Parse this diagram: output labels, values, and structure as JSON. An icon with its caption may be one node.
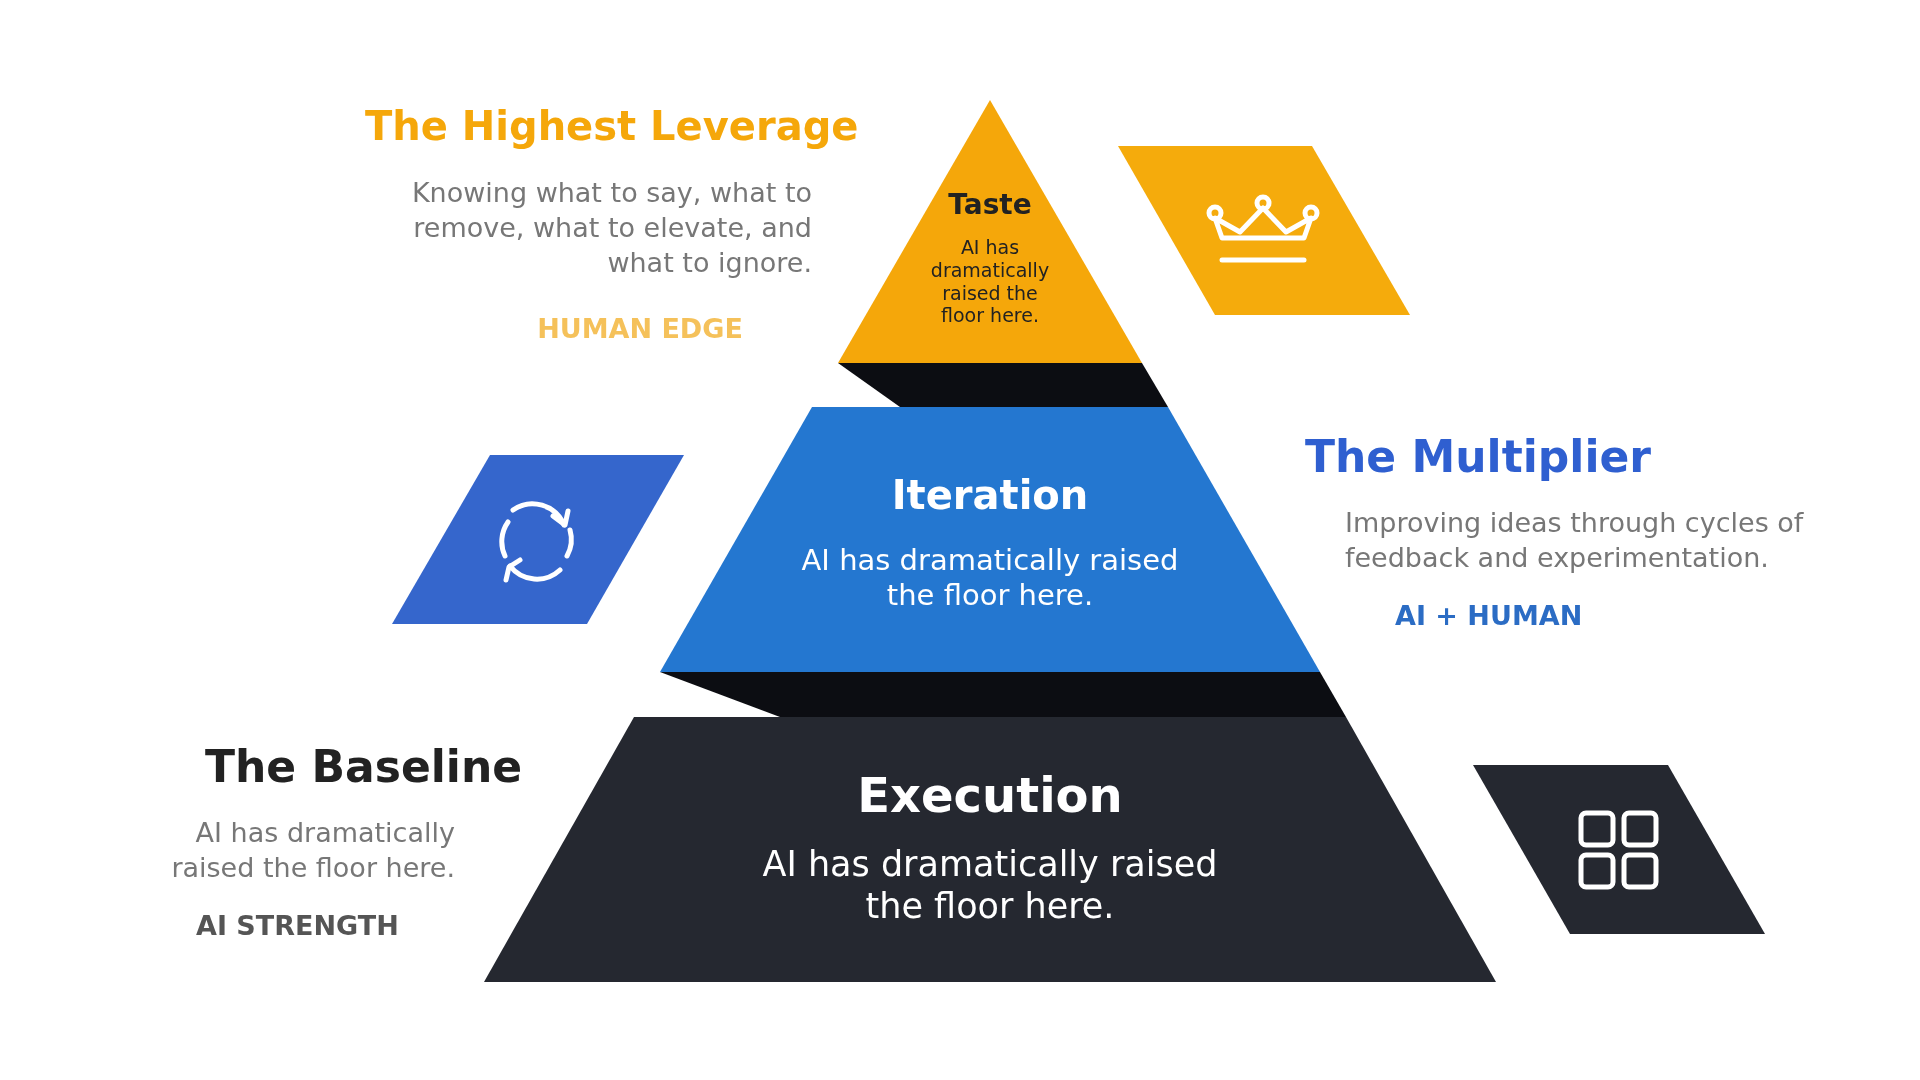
{
  "diagram": {
    "nodes": [
      {
        "text": [
          "Taste",
          "AI has dramatically raised the floor here."
        ]
      },
      {
        "text": [
          "Iteration",
          "AI has dramatically raised the floor here."
        ]
      },
      {
        "text": [
          "Execution",
          "AI has dramatically raised the floor here."
        ]
      }
    ],
    "labels": [
      "The Highest Leverage",
      "Knowing what to say, what to remove, what to elevate, and what to ignore.",
      "HUMAN EDGE",
      "The Multiplier",
      "Improving ideas through cycles of feedback and experimentation.",
      "AI + HUMAN",
      "The Baseline",
      "AI has dramatically raised the floor here.",
      "AI STRENGTH"
    ]
  }
}
